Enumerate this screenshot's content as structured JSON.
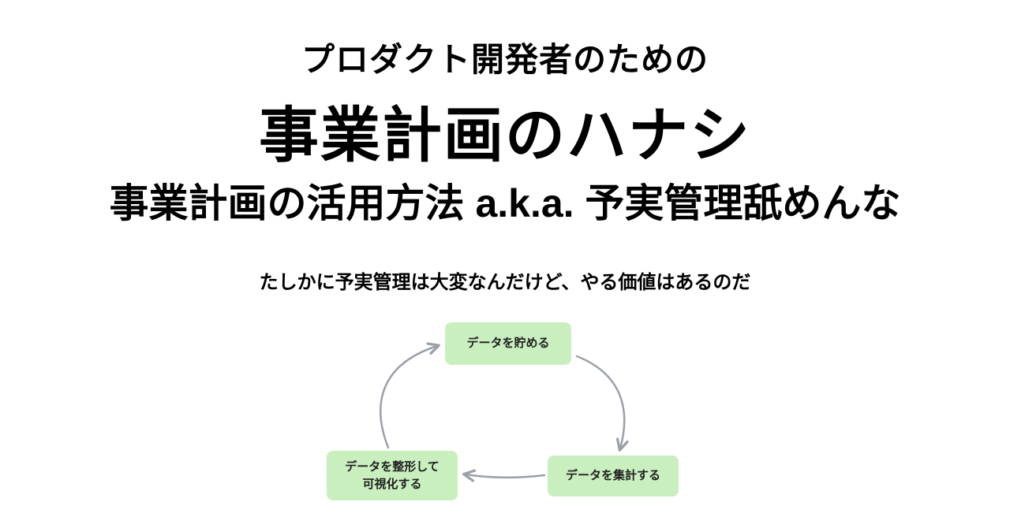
{
  "slide": {
    "supertitle": "プロダクト開発者のための",
    "title": "事業計画のハナシ",
    "subtitle": "事業計画の活用方法 a.k.a. 予実管理舐めんな",
    "caption": "たしかに予実管理は大変なんだけど、やる価値はあるのだ"
  },
  "diagram": {
    "type": "cycle",
    "nodes": [
      {
        "id": "store",
        "label": "データを貯める"
      },
      {
        "id": "aggregate",
        "label": "データを集計する"
      },
      {
        "id": "visualize",
        "label": "データを整形して\n可視化する"
      }
    ],
    "flow": [
      "store -> aggregate",
      "aggregate -> visualize",
      "visualize -> store"
    ],
    "colors": {
      "background": "#ffffff",
      "text": "#000000",
      "node_fill": "#c9efbf",
      "node_text": "#1f1f1f",
      "arrow": "#9aa0a8"
    }
  }
}
